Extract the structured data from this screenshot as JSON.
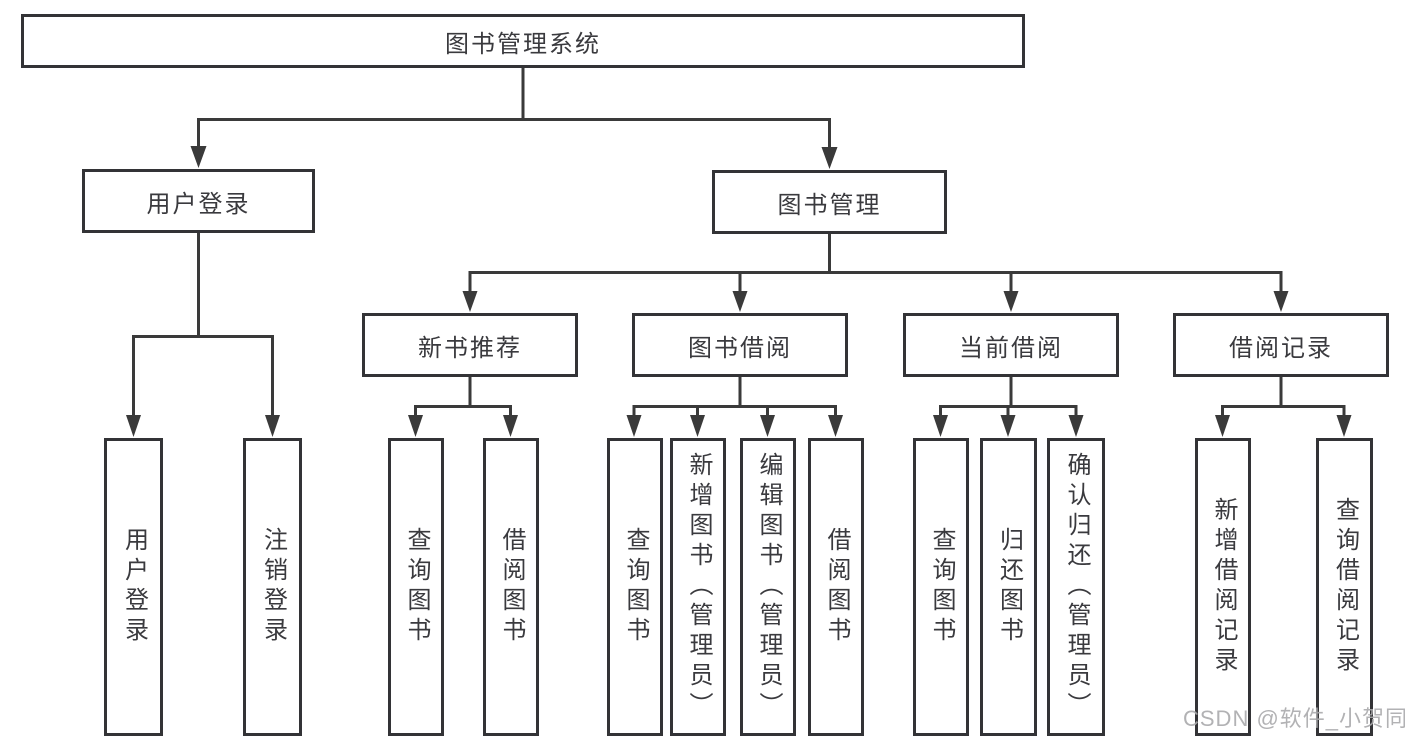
{
  "diagram_title": "图书管理系统",
  "tree": {
    "label": "图书管理系统",
    "children": [
      {
        "label": "用户登录",
        "children": [
          {
            "label": "用户登录"
          },
          {
            "label": "注销登录"
          }
        ]
      },
      {
        "label": "图书管理",
        "children": [
          {
            "label": "新书推荐",
            "children": [
              {
                "label": "查询图书"
              },
              {
                "label": "借阅图书"
              }
            ]
          },
          {
            "label": "图书借阅",
            "children": [
              {
                "label": "查询图书"
              },
              {
                "label": "新增图书（管理员）"
              },
              {
                "label": "编辑图书（管理员）"
              },
              {
                "label": "借阅图书"
              }
            ]
          },
          {
            "label": "当前借阅",
            "children": [
              {
                "label": "查询图书"
              },
              {
                "label": "归还图书"
              },
              {
                "label": "确认归还（管理员）"
              }
            ]
          },
          {
            "label": "借阅记录",
            "children": [
              {
                "label": "新增借阅记录"
              },
              {
                "label": "查询借阅记录"
              }
            ]
          }
        ]
      }
    ]
  },
  "watermark": "CSDN @软件_小贺同学",
  "colors": {
    "line": "#3a3a3a",
    "box_border": "#333336",
    "text": "#3a3a3e",
    "background": "#ffffff",
    "watermark_text": "#aaaaac"
  }
}
